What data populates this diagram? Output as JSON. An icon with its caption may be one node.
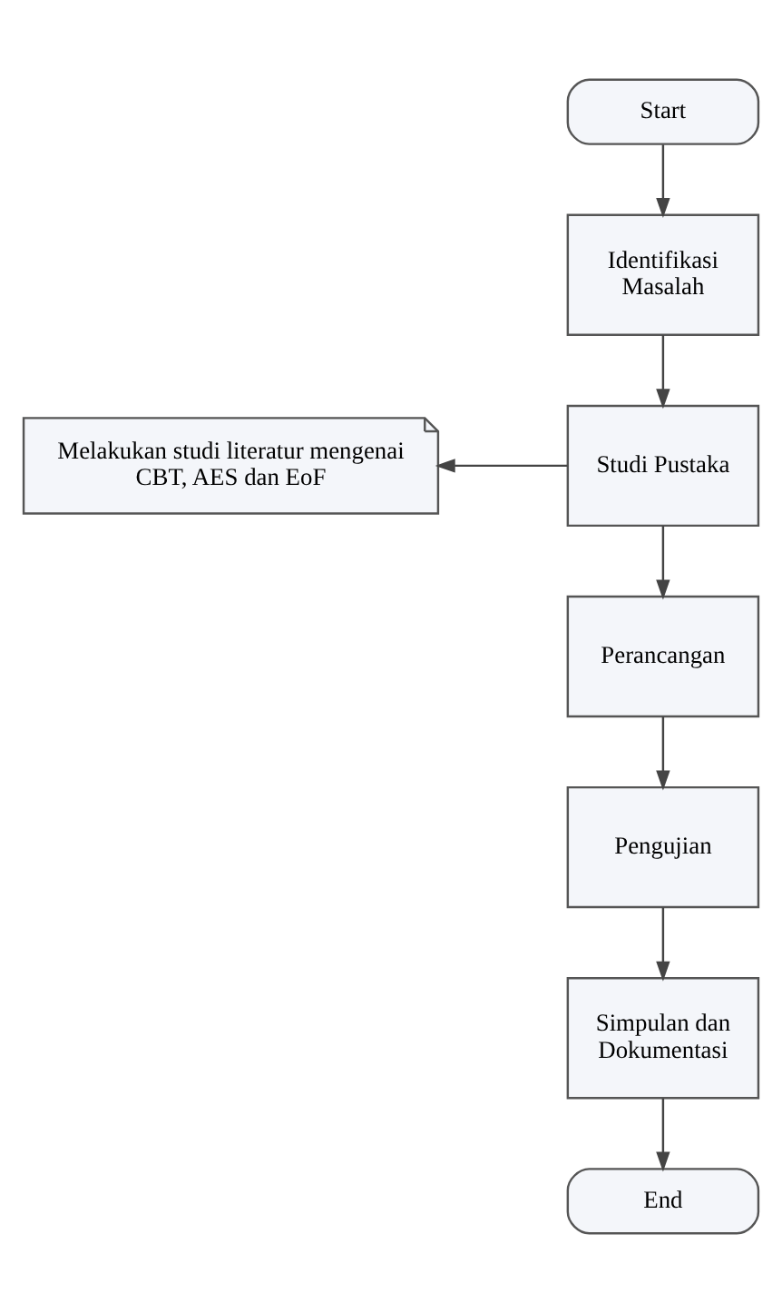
{
  "diagram": {
    "nodes": [
      {
        "text": [
          "Start"
        ]
      },
      {
        "text": [
          "Identifikasi Masalah"
        ]
      },
      {
        "text": [
          "Studi Pustaka"
        ]
      },
      {
        "text": [
          "Melakukan studi literatur mengenai CBT, AES dan EoF"
        ]
      },
      {
        "text": [
          "Perancangan"
        ]
      },
      {
        "text": [
          "Pengujian"
        ]
      },
      {
        "text": [
          "Simpulan dan Dokumentasi"
        ]
      },
      {
        "text": [
          "End"
        ]
      }
    ],
    "edges": [
      {
        "from": 0,
        "to": 1,
        "arrow": "to"
      },
      {
        "from": 1,
        "to": 2,
        "arrow": "to"
      },
      {
        "from": 2,
        "to": 3,
        "arrow": "to"
      },
      {
        "from": 2,
        "to": 4,
        "arrow": "to"
      },
      {
        "from": 4,
        "to": 5,
        "arrow": "to"
      },
      {
        "from": 5,
        "to": 6,
        "arrow": "to"
      },
      {
        "from": 6,
        "to": 7,
        "arrow": "to"
      }
    ]
  }
}
